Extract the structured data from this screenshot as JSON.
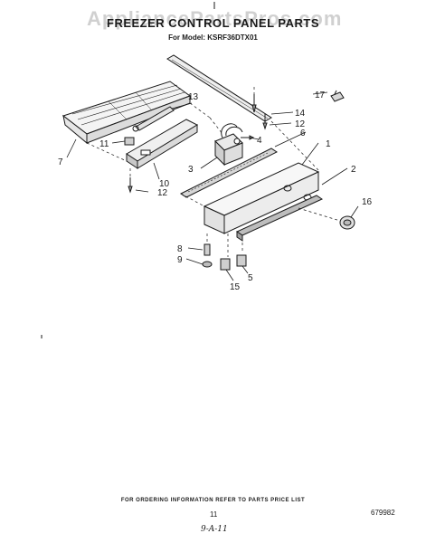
{
  "watermark": "AppliancePartsPros.com",
  "title": "FREEZER CONTROL PANEL PARTS",
  "subtitle": "For Model: KSRF36DTX01",
  "callouts": [
    "1",
    "2",
    "3",
    "4",
    "5",
    "6",
    "7",
    "8",
    "9",
    "10",
    "11",
    "12",
    "12",
    "13",
    "14",
    "15",
    "16",
    "17"
  ],
  "footer_info": "FOR ORDERING INFORMATION REFER TO PARTS PRICE LIST",
  "page_number": "11",
  "doc_number": "679982",
  "handwritten_note": "9-A-11"
}
